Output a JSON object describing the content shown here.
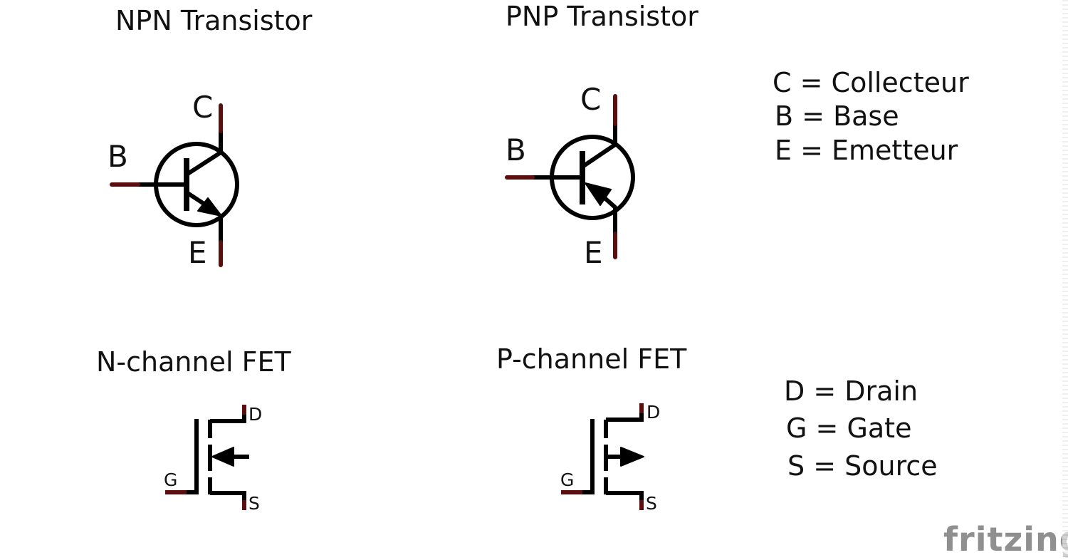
{
  "titles": {
    "npn": "NPN Transistor",
    "pnp": "PNP Transistor",
    "nfet": "N-channel FET",
    "pfet": "P-channel FET"
  },
  "pins": {
    "npn": {
      "collector": "C",
      "base": "B",
      "emitter": "E"
    },
    "pnp": {
      "collector": "C",
      "base": "B",
      "emitter": "E"
    },
    "nfet": {
      "drain": "D",
      "gate": "G",
      "source": "S"
    },
    "pfet": {
      "drain": "D",
      "gate": "G",
      "source": "S"
    }
  },
  "legend_bjt": [
    "C = Collecteur",
    "B = Base",
    "E = Emetteur"
  ],
  "legend_fet": [
    "D = Drain",
    "G = Gate",
    "S = Source"
  ],
  "watermark": "fritzing",
  "colors": {
    "line": "#000000",
    "pin": "#5a0e0e",
    "watermark": "#8f8f8f"
  }
}
